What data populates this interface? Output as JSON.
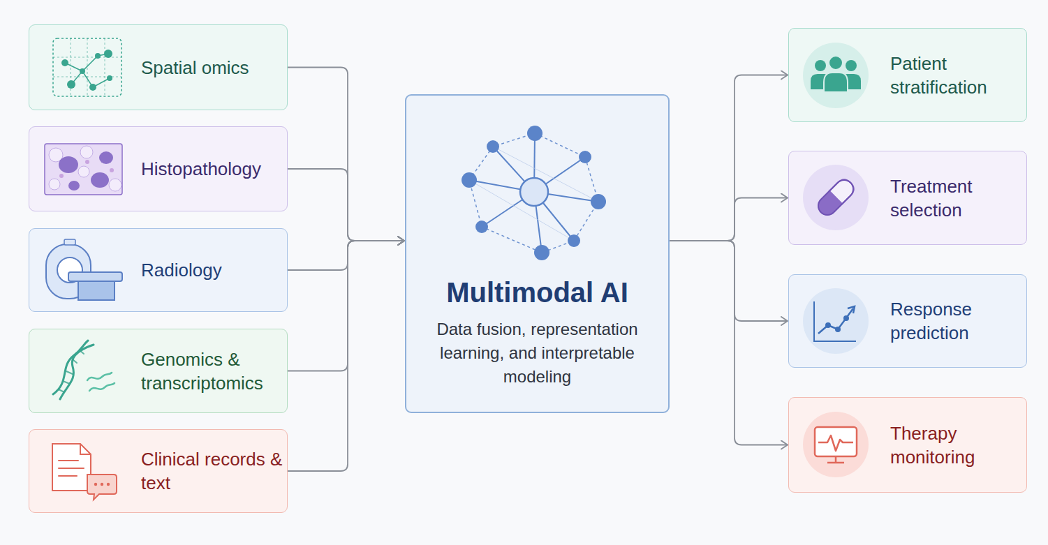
{
  "diagram": {
    "nodes": [
      {
        "text": [
          "Spatial omics"
        ]
      },
      {
        "text": [
          "Histopathology"
        ]
      },
      {
        "text": [
          "Radiology"
        ]
      },
      {
        "text": [
          "Genomics & transcriptomics"
        ]
      },
      {
        "text": [
          "Clinical records & text"
        ]
      },
      {
        "text": [
          "Multimodal AI",
          "Data fusion, representation learning, and interpretable modeling"
        ]
      },
      {
        "text": [
          "Patient stratification"
        ]
      },
      {
        "text": [
          "Treatment selection"
        ]
      },
      {
        "text": [
          "Response prediction"
        ]
      },
      {
        "text": [
          "Therapy monitoring"
        ]
      }
    ],
    "edges": [
      {
        "from": 0,
        "to": 5,
        "arrow": "to"
      },
      {
        "from": 1,
        "to": 5,
        "arrow": "to"
      },
      {
        "from": 2,
        "to": 5,
        "arrow": "to"
      },
      {
        "from": 3,
        "to": 5,
        "arrow": "to"
      },
      {
        "from": 4,
        "to": 5,
        "arrow": "to"
      },
      {
        "from": 5,
        "to": 6,
        "arrow": "to"
      },
      {
        "from": 5,
        "to": 7,
        "arrow": "to"
      },
      {
        "from": 5,
        "to": 8,
        "arrow": "to"
      },
      {
        "from": 5,
        "to": 9,
        "arrow": "to"
      }
    ]
  }
}
